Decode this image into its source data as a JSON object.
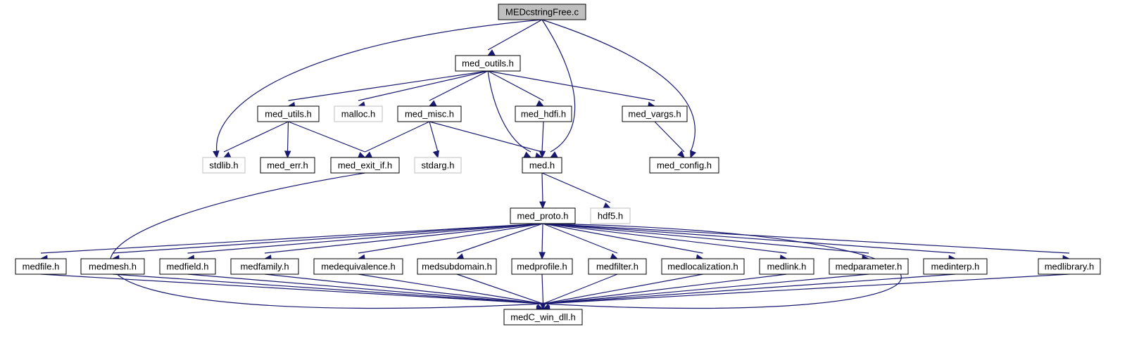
{
  "graph": {
    "nodes": [
      {
        "id": "MEDcstringFree_c",
        "label": "MEDcstringFree.c",
        "kind": "root"
      },
      {
        "id": "med_outils_h",
        "label": "med_outils.h",
        "kind": "normal"
      },
      {
        "id": "stdlib_h",
        "label": "stdlib.h",
        "kind": "external"
      },
      {
        "id": "med_h",
        "label": "med.h",
        "kind": "normal"
      },
      {
        "id": "med_config_h",
        "label": "med_config.h",
        "kind": "normal"
      },
      {
        "id": "med_utils_h",
        "label": "med_utils.h",
        "kind": "normal"
      },
      {
        "id": "malloc_h",
        "label": "malloc.h",
        "kind": "external"
      },
      {
        "id": "med_misc_h",
        "label": "med_misc.h",
        "kind": "normal"
      },
      {
        "id": "med_hdfi_h",
        "label": "med_hdfi.h",
        "kind": "normal"
      },
      {
        "id": "med_vargs_h",
        "label": "med_vargs.h",
        "kind": "normal"
      },
      {
        "id": "med_err_h",
        "label": "med_err.h",
        "kind": "normal"
      },
      {
        "id": "med_exit_if_h",
        "label": "med_exit_if.h",
        "kind": "normal"
      },
      {
        "id": "stdarg_h",
        "label": "stdarg.h",
        "kind": "external"
      },
      {
        "id": "med_proto_h",
        "label": "med_proto.h",
        "kind": "normal"
      },
      {
        "id": "hdf5_h",
        "label": "hdf5.h",
        "kind": "external"
      },
      {
        "id": "medfile_h",
        "label": "medfile.h",
        "kind": "normal"
      },
      {
        "id": "medmesh_h",
        "label": "medmesh.h",
        "kind": "normal"
      },
      {
        "id": "medfield_h",
        "label": "medfield.h",
        "kind": "normal"
      },
      {
        "id": "medfamily_h",
        "label": "medfamily.h",
        "kind": "normal"
      },
      {
        "id": "medequivalence_h",
        "label": "medequivalence.h",
        "kind": "normal"
      },
      {
        "id": "medsubdomain_h",
        "label": "medsubdomain.h",
        "kind": "normal"
      },
      {
        "id": "medprofile_h",
        "label": "medprofile.h",
        "kind": "normal"
      },
      {
        "id": "medfilter_h",
        "label": "medfilter.h",
        "kind": "normal"
      },
      {
        "id": "medlocalization_h",
        "label": "medlocalization.h",
        "kind": "normal"
      },
      {
        "id": "medlink_h",
        "label": "medlink.h",
        "kind": "normal"
      },
      {
        "id": "medparameter_h",
        "label": "medparameter.h",
        "kind": "normal"
      },
      {
        "id": "medinterp_h",
        "label": "medinterp.h",
        "kind": "normal"
      },
      {
        "id": "medlibrary_h",
        "label": "medlibrary.h",
        "kind": "normal"
      },
      {
        "id": "medC_win_dll_h",
        "label": "medC_win_dll.h",
        "kind": "normal"
      }
    ],
    "edges": [
      [
        "MEDcstringFree_c",
        "med_outils_h"
      ],
      [
        "MEDcstringFree_c",
        "stdlib_h"
      ],
      [
        "MEDcstringFree_c",
        "med_h"
      ],
      [
        "MEDcstringFree_c",
        "med_config_h"
      ],
      [
        "med_outils_h",
        "med_utils_h"
      ],
      [
        "med_outils_h",
        "malloc_h"
      ],
      [
        "med_outils_h",
        "med_misc_h"
      ],
      [
        "med_outils_h",
        "med_hdfi_h"
      ],
      [
        "med_outils_h",
        "med_vargs_h"
      ],
      [
        "med_outils_h",
        "med_h"
      ],
      [
        "med_utils_h",
        "stdlib_h"
      ],
      [
        "med_utils_h",
        "med_err_h"
      ],
      [
        "med_utils_h",
        "med_exit_if_h"
      ],
      [
        "med_misc_h",
        "med_exit_if_h"
      ],
      [
        "med_misc_h",
        "stdarg_h"
      ],
      [
        "med_misc_h",
        "med_h"
      ],
      [
        "med_hdfi_h",
        "med_h"
      ],
      [
        "med_vargs_h",
        "med_config_h"
      ],
      [
        "med_exit_if_h",
        "medC_win_dll_h"
      ],
      [
        "med_h",
        "med_proto_h"
      ],
      [
        "med_h",
        "hdf5_h"
      ],
      [
        "med_proto_h",
        "medfile_h"
      ],
      [
        "med_proto_h",
        "medmesh_h"
      ],
      [
        "med_proto_h",
        "medfield_h"
      ],
      [
        "med_proto_h",
        "medfamily_h"
      ],
      [
        "med_proto_h",
        "medequivalence_h"
      ],
      [
        "med_proto_h",
        "medsubdomain_h"
      ],
      [
        "med_proto_h",
        "medprofile_h"
      ],
      [
        "med_proto_h",
        "medfilter_h"
      ],
      [
        "med_proto_h",
        "medlocalization_h"
      ],
      [
        "med_proto_h",
        "medlink_h"
      ],
      [
        "med_proto_h",
        "medparameter_h"
      ],
      [
        "med_proto_h",
        "medinterp_h"
      ],
      [
        "med_proto_h",
        "medlibrary_h"
      ],
      [
        "med_proto_h",
        "medC_win_dll_h"
      ],
      [
        "medfile_h",
        "medC_win_dll_h"
      ],
      [
        "medmesh_h",
        "medC_win_dll_h"
      ],
      [
        "medfield_h",
        "medC_win_dll_h"
      ],
      [
        "medfamily_h",
        "medC_win_dll_h"
      ],
      [
        "medequivalence_h",
        "medC_win_dll_h"
      ],
      [
        "medsubdomain_h",
        "medC_win_dll_h"
      ],
      [
        "medprofile_h",
        "medC_win_dll_h"
      ],
      [
        "medfilter_h",
        "medC_win_dll_h"
      ],
      [
        "medlocalization_h",
        "medC_win_dll_h"
      ],
      [
        "medlink_h",
        "medC_win_dll_h"
      ],
      [
        "medparameter_h",
        "medC_win_dll_h"
      ],
      [
        "medinterp_h",
        "medC_win_dll_h"
      ],
      [
        "medlibrary_h",
        "medC_win_dll_h"
      ]
    ],
    "colors": {
      "edge": "#191970",
      "node_border": "#000000",
      "external_border": "#bfbfbf",
      "root_fill": "#bfbfbf",
      "background": "#ffffff"
    }
  }
}
